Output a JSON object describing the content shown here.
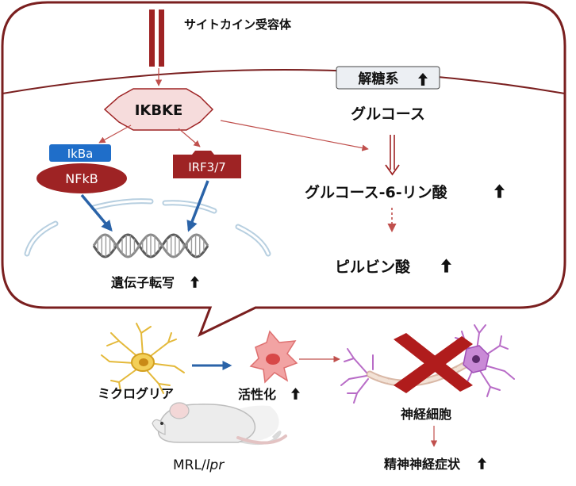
{
  "cell": {
    "receptor_label": "サイトカイン受容体"
  },
  "nodes": {
    "ikbke": "IKBKE",
    "ikba": "IkBa",
    "nfkb": "NFkB",
    "irf": "IRF3/7",
    "transcription": "遺伝子転写",
    "glycolysis": "解糖系",
    "glucose": "グルコース",
    "g6p": "グルコース-6-リン酸",
    "pyruvate": "ピルビン酸"
  },
  "lower": {
    "microglia": "ミクログリア",
    "activation": "活性化",
    "mouse_prefix": "MRL/",
    "mouse_italic": "lpr",
    "neuron": "神経細胞",
    "symptom": "精神神経症状"
  },
  "colors": {
    "cell_border": "#7a1f1f",
    "dark_red": "#9e2324",
    "pink_fill": "#f6dcdc",
    "ikba_blue": "#1f6ec9",
    "arrow_blue": "#2a63a8",
    "arrow_red": "#c0504d",
    "nuclear_membrane": "#b7cfe0",
    "glyco_box": "#eceff3"
  },
  "icons": [
    "up-arrow-icon",
    "dna-helix-icon",
    "microglia-icon",
    "activated-microglia-icon",
    "neuron-icon",
    "mouse-icon",
    "cross-icon"
  ]
}
